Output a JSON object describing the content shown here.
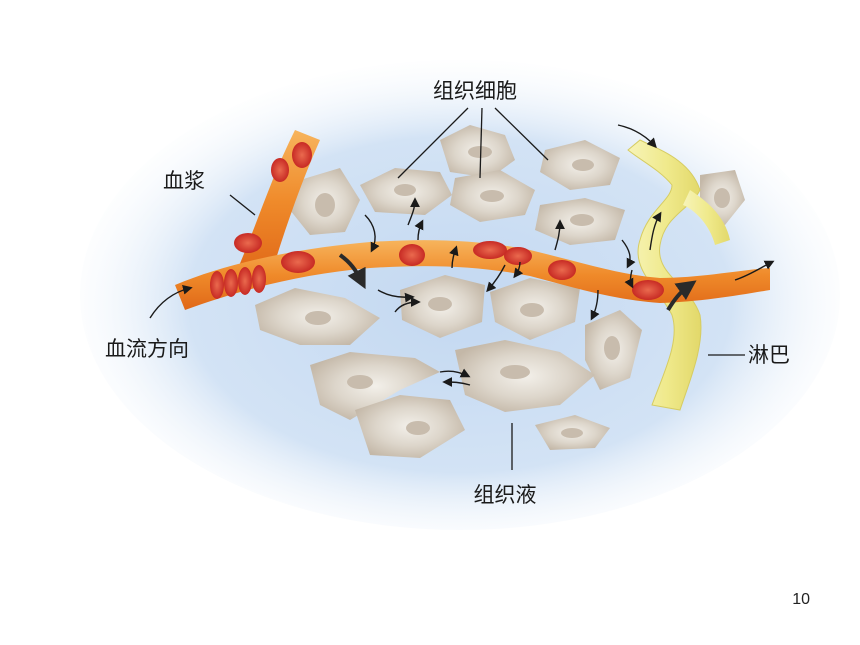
{
  "labels": {
    "cells": "组织细胞",
    "plasma": "血浆",
    "flow_direction": "血流方向",
    "lymph": "淋巴",
    "fluid": "组织液"
  },
  "page_number": "10",
  "colors": {
    "fluid_background": "#c9dcf2",
    "cell_body": "#d8d0c4",
    "cell_nucleus": "#e8e2d6",
    "capillary": "#f08a2a",
    "red_blood_cell": "#d8302a",
    "lymph_vessel": "#f1ee9a",
    "arrow": "#1a1a1a"
  },
  "icons": [
    "flow-arrow-icon"
  ]
}
